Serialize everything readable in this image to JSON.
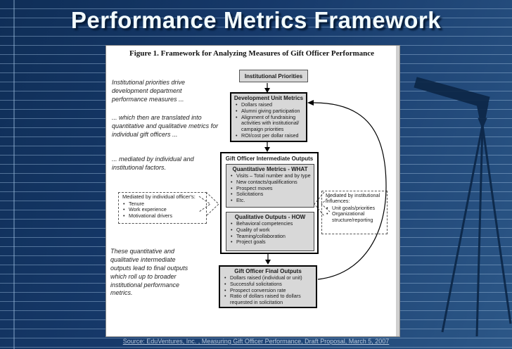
{
  "slide": {
    "title": "Performance Metrics Framework",
    "source": "Source: EduVentures, Inc. , Measuring Gift Officer Performance, Draft Proposal, March 5, 2007"
  },
  "figure": {
    "title": "Figure 1. Framework for Analyzing Measures of Gift Officer Performance",
    "annotations": {
      "a1": "Institutional priorities drive development department performance measures ...",
      "a2": "... which then are translated into quantitative and qualitative metrics for individual gift officers ...",
      "a3": "... mediated by individual and institutional factors.",
      "a4": "These quantitative and qualitative intermediate outputs lead to final outputs which roll up to broader institutional performance metrics."
    },
    "flow": {
      "priorities_label": "Institutional Priorities",
      "dev": {
        "title": "Development Unit Metrics",
        "bullets": [
          "Dollars raised",
          "Alumni giving participation",
          "Alignment of fundraising activities with institutional/ campaign priorities",
          "ROI/cost per dollar raised"
        ]
      },
      "intermediate_title": "Gift Officer Intermediate Outputs",
      "quant": {
        "title": "Quantitative Metrics - WHAT",
        "bullets": [
          "Visits – Total number and by type",
          "New contacts/qualifications",
          "Prospect moves",
          "Solicitations",
          "Etc."
        ]
      },
      "qual": {
        "title": "Qualitative Outputs - HOW",
        "bullets": [
          "Behavioral competencies",
          "Quality of work",
          "Teaming/collaboration",
          "Project goals"
        ]
      },
      "final": {
        "title": "Gift Officer Final Outputs",
        "bullets": [
          "Dollars raised (individual or unit)",
          "Successful solicitations",
          "Prospect conversion rate",
          "Ratio of dollars raised to dollars requested in solicitation"
        ]
      }
    },
    "mediators": {
      "individual": {
        "title": "Mediated by individual officer's:",
        "bullets": [
          "Tenure",
          "Work experience",
          "Motivational drivers"
        ]
      },
      "institutional": {
        "title": "Mediated by institutional influences:",
        "bullets": [
          "Unit goals/priorities",
          "Organizational structure/reporting"
        ]
      }
    }
  },
  "colors": {
    "slide_bg": "#16396a",
    "pinstripe": "#a0c0e0",
    "title_text": "#f2fbfd",
    "panel_bg": "#ffffff",
    "box_fill": "#d8d8d8",
    "box_border": "#000000",
    "source_text": "#b6c8dd"
  }
}
